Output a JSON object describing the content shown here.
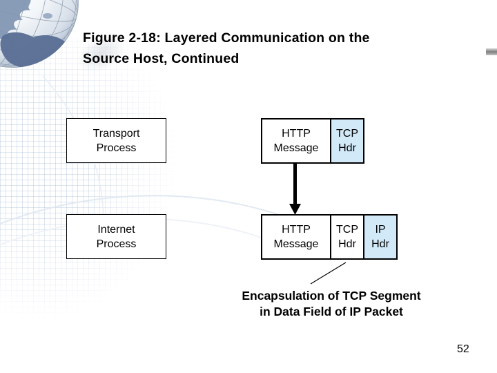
{
  "header": {
    "title_lines": [
      "Figure 2-18: Layered Communication on the",
      "Source Host, Continued"
    ]
  },
  "diagram": {
    "process_boxes": [
      {
        "lines": [
          "Transport",
          "Process"
        ]
      },
      {
        "lines": [
          "Internet",
          "Process"
        ]
      }
    ],
    "packet_rows": [
      {
        "segments": [
          {
            "lines": [
              "HTTP",
              "Message"
            ],
            "highlighted": false
          },
          {
            "lines": [
              "TCP",
              "Hdr"
            ],
            "highlighted": true
          }
        ]
      },
      {
        "segments": [
          {
            "lines": [
              "HTTP",
              "Message"
            ],
            "highlighted": false
          },
          {
            "lines": [
              "TCP",
              "Hdr"
            ],
            "highlighted": false
          },
          {
            "lines": [
              "IP",
              "Hdr"
            ],
            "highlighted": true
          }
        ]
      }
    ],
    "caption_lines": [
      "Encapsulation of TCP Segment",
      "in Data Field of IP Packet"
    ],
    "colors": {
      "highlight_fill": "#d2e9f8",
      "box_border": "#000000"
    }
  },
  "footer": {
    "page_number": "52"
  },
  "decorations": {
    "globe": "globe-icon",
    "accent_dash": "gradient-dash"
  }
}
